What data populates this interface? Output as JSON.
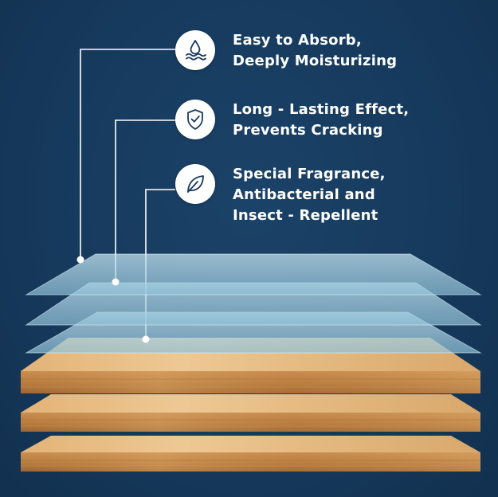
{
  "features": [
    {
      "icon": "water-drop-icon",
      "lines": [
        "Easy to Absorb,",
        "Deeply Moisturizing"
      ]
    },
    {
      "icon": "shield-check-icon",
      "lines": [
        "Long - Lasting Effect,",
        "Prevents Cracking"
      ]
    },
    {
      "icon": "leaf-icon",
      "lines": [
        "Special Fragrance,",
        "Antibacterial and",
        "Insect - Repellent"
      ]
    }
  ],
  "colors": {
    "background": "#173a5e",
    "text": "#ffffff",
    "glass": "#a9d3e6",
    "wood_light": "#e7bd80",
    "wood_dark": "#b47a3e"
  }
}
